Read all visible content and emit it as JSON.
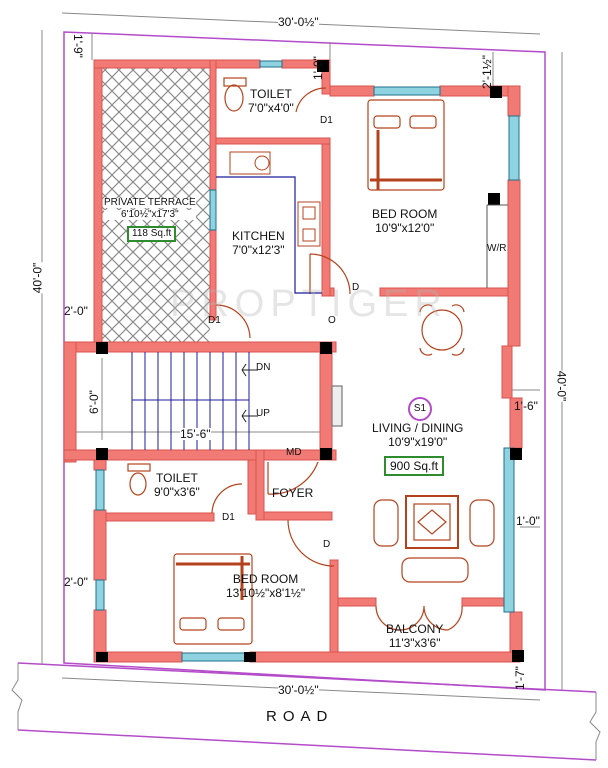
{
  "plan": {
    "colors": {
      "wall": "#f27a74",
      "wall_edge": "#d9534f",
      "column": "#000000",
      "window": "#8fd3e0",
      "window_line": "#1f6f8b",
      "plot_boundary": "#b44bc9",
      "furniture": "#b4431d",
      "stair": "#1c1c9c",
      "area_box": "#2e8b2e",
      "dimension_line": "#888888"
    },
    "rooms": [
      {
        "id": "toilet-1",
        "name": "TOILET",
        "size": "7'0\"x4'0\""
      },
      {
        "id": "bedroom-1",
        "name": "BED ROOM",
        "size": "10'9\"x12'0\""
      },
      {
        "id": "private-terrace",
        "name": "PRIVATE TERRACE",
        "size": "6'10½\"x17'3\"",
        "area": "118 Sq.ft"
      },
      {
        "id": "kitchen",
        "name": "KITCHEN",
        "size": "7'0\"x12'3\""
      },
      {
        "id": "living-dining",
        "name": "LIVING / DINING",
        "size": "10'9\"x19'0\"",
        "area": "900 Sq.ft",
        "tag": "S1"
      },
      {
        "id": "toilet-2",
        "name": "TOILET",
        "size": "9'0\"x3'6\""
      },
      {
        "id": "foyer",
        "name": "FOYER",
        "size": ""
      },
      {
        "id": "bedroom-2",
        "name": "BED ROOM",
        "size": "13'10½\"x8'1½\""
      },
      {
        "id": "balcony",
        "name": "BALCONY",
        "size": "11'3\"x3'6\""
      }
    ],
    "doors": {
      "d1_toilet_top": "D1",
      "d_bedroom_top": "D",
      "d1_terrace": "D1",
      "o_kitchen": "O",
      "md_main": "MD",
      "d1_toilet_bottom": "D1",
      "d_bedroom_bottom": "D"
    },
    "wardrobe": "W/R",
    "stairs": {
      "down": "DN",
      "up": "UP",
      "width": "6'-0\"",
      "length": "15'-6\""
    },
    "dimensions": {
      "top_width": "30'-0½\"",
      "bottom_width": "30'-0½\"",
      "left_height": "40'-0\"",
      "right_height": "40'-0\"",
      "top_left_setback": "1'-9\"",
      "top_mid_setback": "1'-0\"",
      "top_right_setback": "2'-1½\"",
      "left_upper_setback": "2'-0\"",
      "left_lower_setback": "2'-0\"",
      "right_upper_setback": "1'-6\"",
      "right_lower_setback": "1'-0\"",
      "bottom_right_setback": "1'-7\""
    },
    "road_label": "ROAD",
    "watermark": "PROPTIGER"
  }
}
